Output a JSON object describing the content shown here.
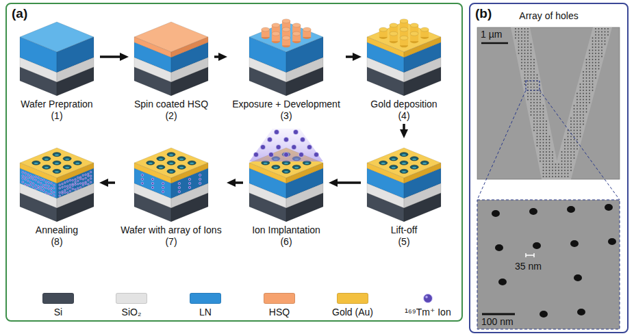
{
  "diagram": {
    "nodes": [
      {
        "text": [
          "(a)"
        ]
      },
      {
        "text": [
          "Wafer Prepration",
          "(1)"
        ],
        "in": 0
      },
      {
        "text": [
          "Spin coated HSQ",
          "(2)"
        ],
        "in": 0
      },
      {
        "text": [
          "Exposure + Development",
          "(3)"
        ],
        "in": 0
      },
      {
        "text": [
          "Gold deposition",
          "(4)"
        ],
        "in": 0
      },
      {
        "text": [
          "Lift-off",
          "(5)"
        ],
        "in": 0
      },
      {
        "text": [
          "Ion Implantation",
          "(6)"
        ],
        "in": 0
      },
      {
        "text": [
          "Wafer with array of Ions",
          "(7)"
        ],
        "in": 0
      },
      {
        "text": [
          "Annealing",
          "(8)"
        ],
        "in": 0
      },
      {
        "text": [
          "(b)",
          "Array of holes"
        ]
      }
    ],
    "edges": [
      {
        "from": 1,
        "to": 2,
        "arrow": "to"
      },
      {
        "from": 2,
        "to": 3,
        "arrow": "to"
      },
      {
        "from": 3,
        "to": 4,
        "arrow": "to"
      },
      {
        "from": 4,
        "to": 5,
        "arrow": "to"
      },
      {
        "from": 5,
        "to": 6,
        "arrow": "to"
      },
      {
        "from": 6,
        "to": 7,
        "arrow": "to"
      },
      {
        "from": 7,
        "to": 8,
        "arrow": "to"
      }
    ],
    "labels": [
      "1 µm",
      "35 nm",
      "100 nm"
    ],
    "legend": [
      {
        "text": "Si",
        "color": "#434b57"
      },
      {
        "text": "SiO₂",
        "color": "#e3e3e3"
      },
      {
        "text": "LN",
        "color": "#2f8fd6"
      },
      {
        "text": "HSQ",
        "color": "#f6a26e"
      },
      {
        "text": "Gold (Au)",
        "color": "#f3c03f"
      },
      {
        "text": "¹⁶⁹Tm⁺ Ion"
      }
    ]
  }
}
